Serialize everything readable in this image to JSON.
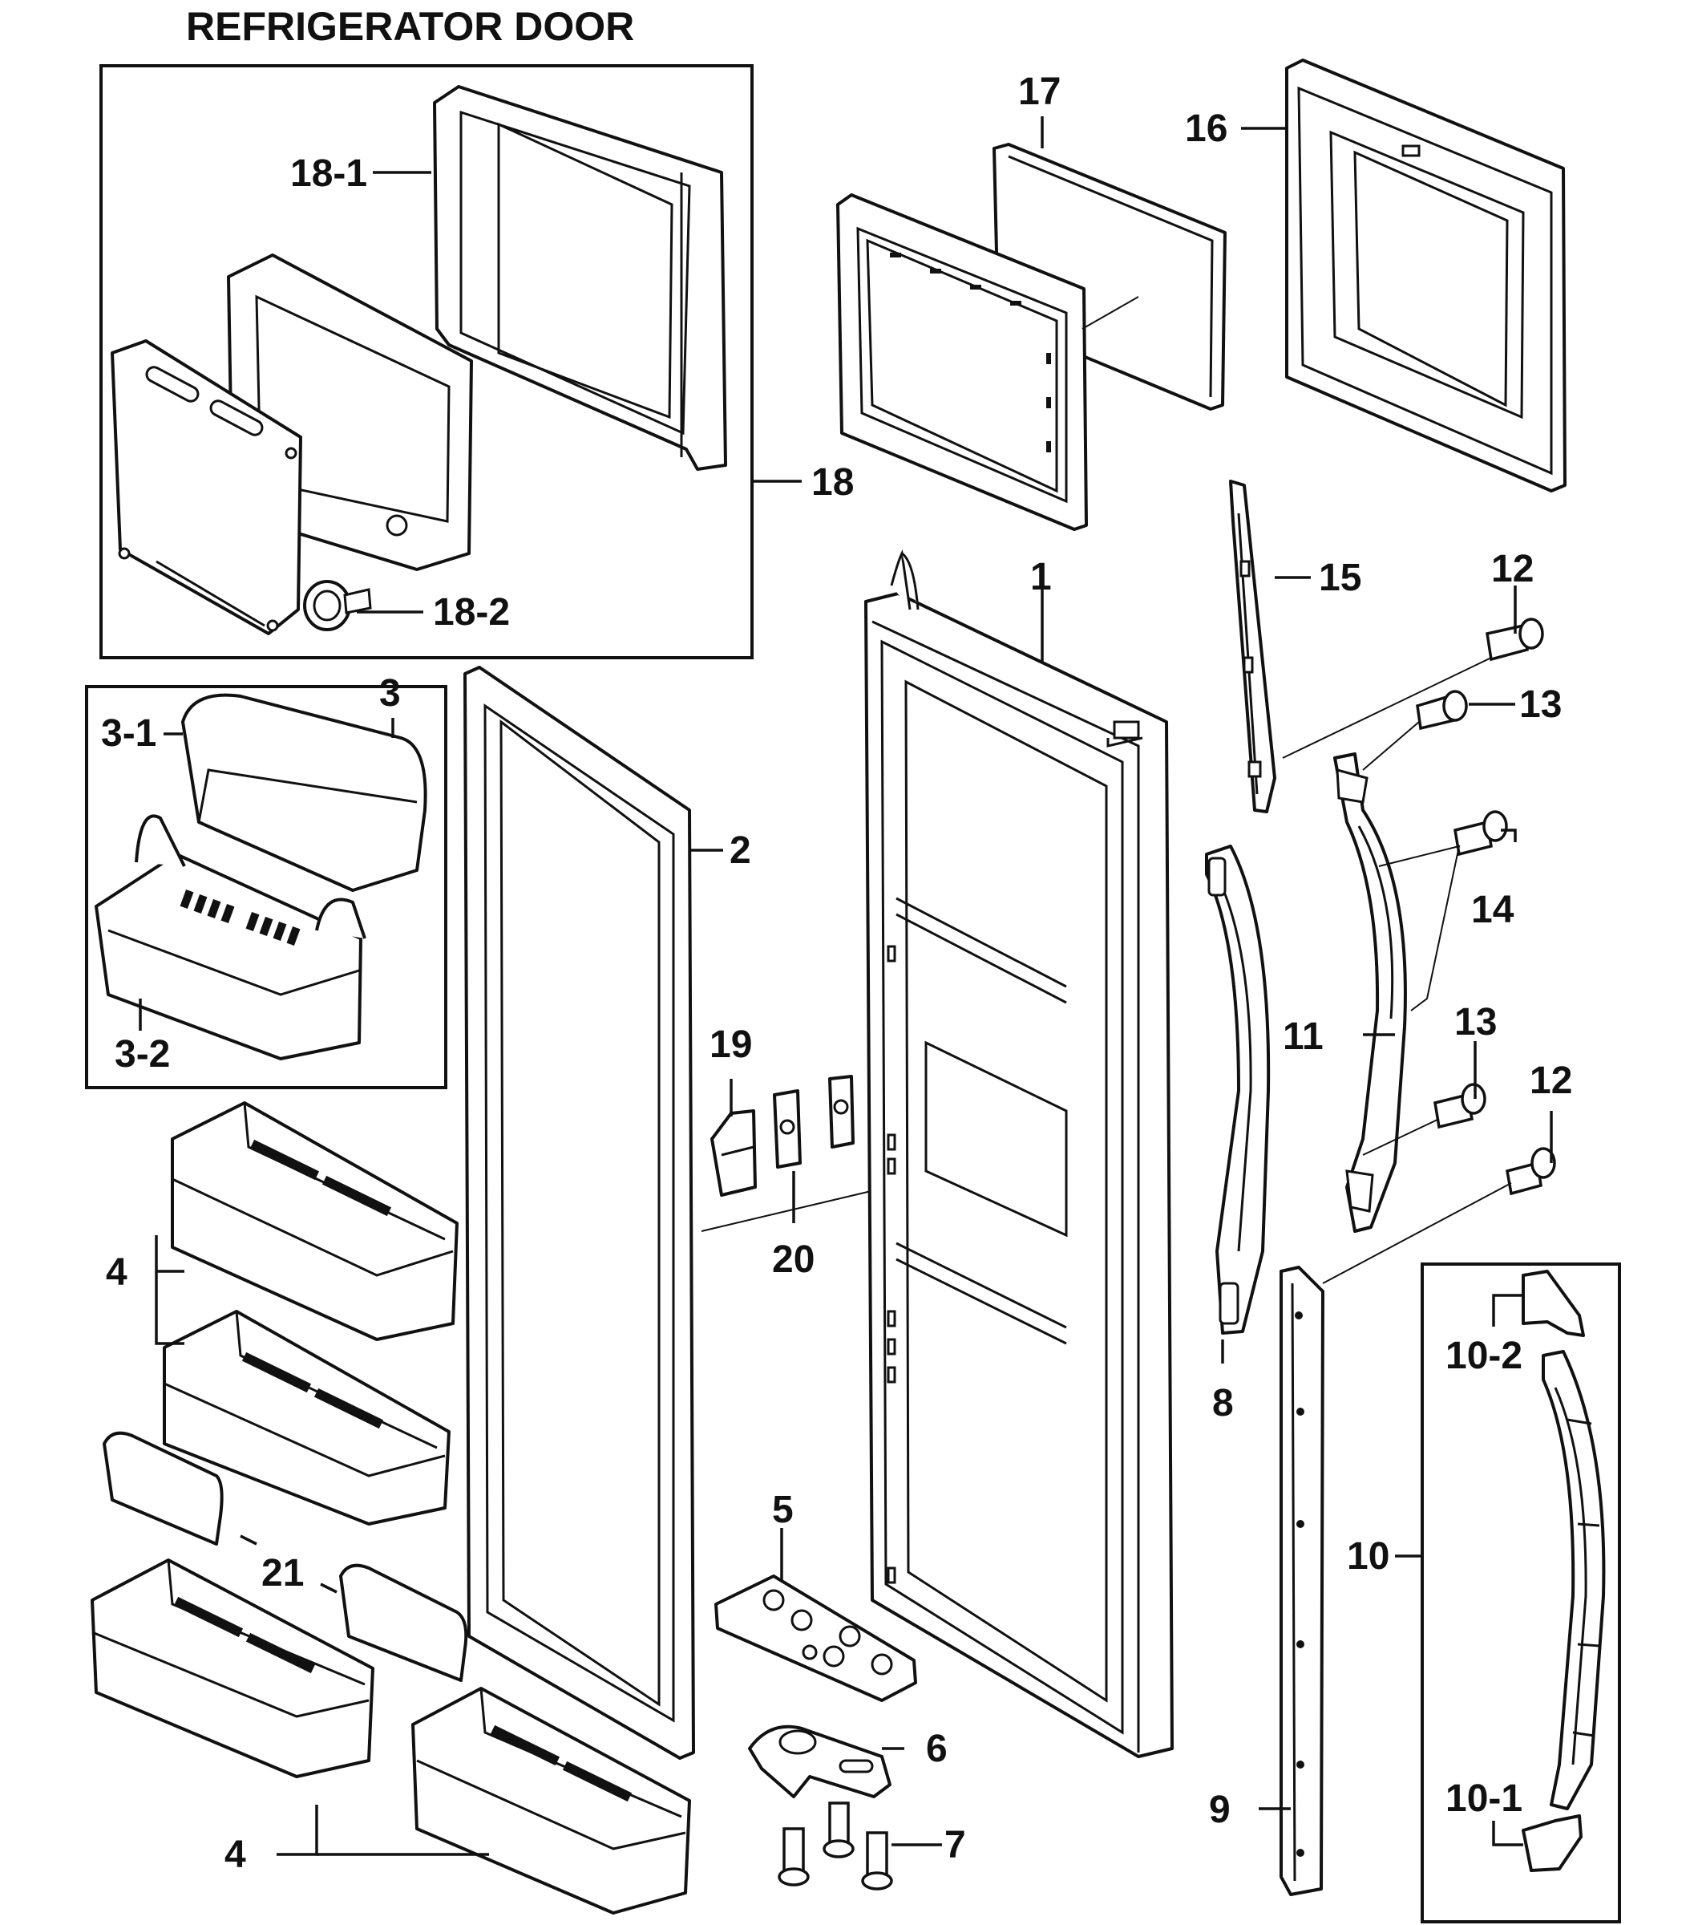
{
  "title": "REFRIGERATOR DOOR",
  "callouts": {
    "c1": "1",
    "c2": "2",
    "c3": "3",
    "c3_1": "3-1",
    "c3_2": "3-2",
    "c4a": "4",
    "c4b": "4",
    "c5": "5",
    "c6": "6",
    "c7": "7",
    "c8": "8",
    "c9": "9",
    "c10": "10",
    "c10_1": "10-1",
    "c10_2": "10-2",
    "c11": "11",
    "c12a": "12",
    "c12b": "12",
    "c13a": "13",
    "c13b": "13",
    "c14": "14",
    "c15": "15",
    "c16": "16",
    "c17": "17",
    "c18": "18",
    "c18_1": "18-1",
    "c18_2": "18-2",
    "c19": "19",
    "c20": "20",
    "c21": "21"
  }
}
